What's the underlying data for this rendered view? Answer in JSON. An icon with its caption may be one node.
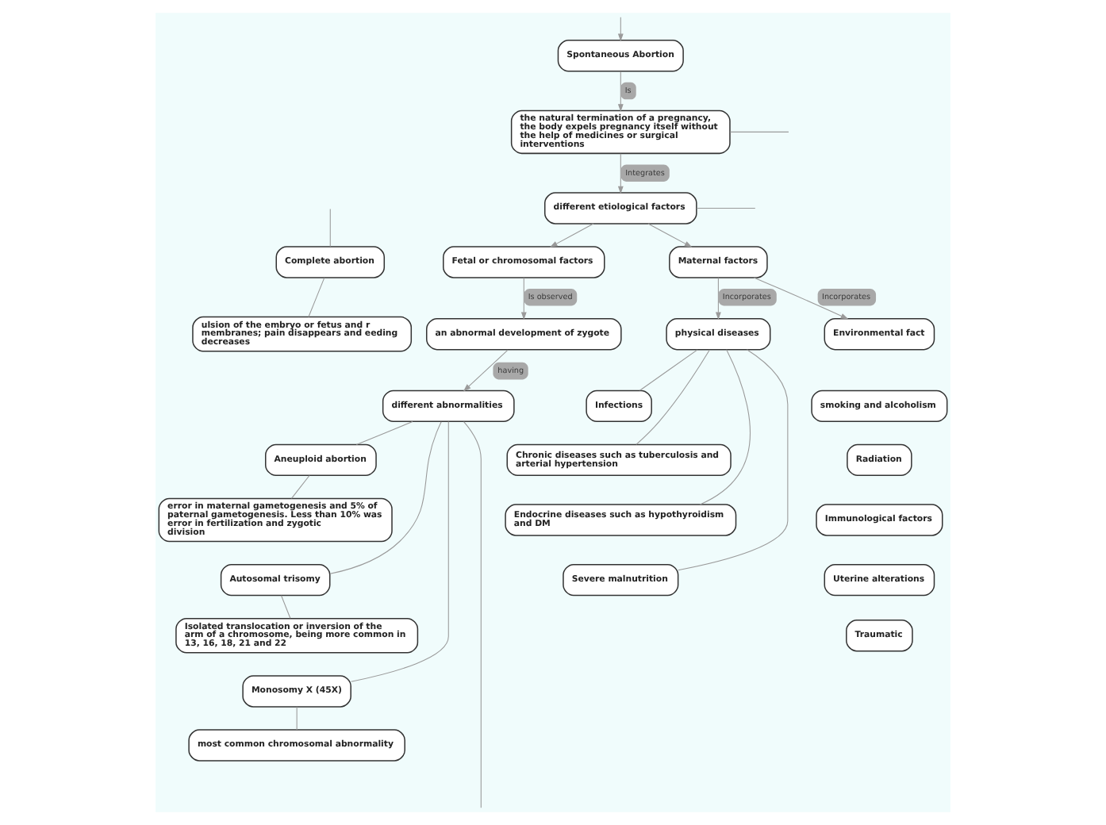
{
  "diagram": {
    "nodes": [
      {
        "text": [
          "Spontaneous Abortion"
        ]
      },
      {
        "text": [
          "the natural termination of a pregnancy, the body expels pregnancy itself without the help of medicines or surgical interventions"
        ]
      },
      {
        "text": [
          "different etiological factors"
        ]
      },
      {
        "text": [
          "Complete abortion"
        ]
      },
      {
        "text": [
          "ulsion of the embryo or fetus and r membranes; pain disappears and eeding decreases"
        ]
      },
      {
        "text": [
          "Fetal or chromosomal factors"
        ]
      },
      {
        "text": [
          "Maternal factors"
        ]
      },
      {
        "text": [
          "an abnormal development of zygote"
        ]
      },
      {
        "text": [
          "physical diseases"
        ]
      },
      {
        "text": [
          "Environmental fact"
        ]
      },
      {
        "text": [
          "different abnormalities"
        ]
      },
      {
        "text": [
          "Infections"
        ]
      },
      {
        "text": [
          "smoking and alcoholism"
        ]
      },
      {
        "text": [
          "Chronic diseases such as tuberculosis and arterial hypertension"
        ]
      },
      {
        "text": [
          "Radiation"
        ]
      },
      {
        "text": [
          "Aneuploid abortion"
        ]
      },
      {
        "text": [
          "Endocrine diseases such as hypothyroidism and DM"
        ]
      },
      {
        "text": [
          "Immunological factors"
        ]
      },
      {
        "text": [
          "Uterine alterations"
        ]
      },
      {
        "text": [
          "error in maternal gametogenesis and 5% of paternal gametogenesis. Less than 10% was error in fertilization and zygotic division"
        ]
      },
      {
        "text": [
          "Severe malnutrition"
        ]
      },
      {
        "text": [
          "Traumatic"
        ]
      },
      {
        "text": [
          "Autosomal trisomy"
        ]
      },
      {
        "text": [
          "Isolated translocation or inversion of the arm of a chromosome, being more common in 13, 16, 18, 21 and 22"
        ]
      },
      {
        "text": [
          "Monosomy X (45X)"
        ]
      },
      {
        "text": [
          "most common chromosomal abnormality"
        ]
      }
    ],
    "edges": [
      {
        "from": null,
        "to": 0,
        "arrow": "to"
      },
      {
        "from": 0,
        "to": 1,
        "arrow": "to",
        "label": "Is"
      },
      {
        "from": 1,
        "to": null,
        "arrow": "none"
      },
      {
        "from": 1,
        "to": 2,
        "arrow": "to",
        "label": "Integrates"
      },
      {
        "from": null,
        "to": 3,
        "arrow": "none"
      },
      {
        "from": 3,
        "to": 4,
        "arrow": "none"
      },
      {
        "from": 2,
        "to": 5,
        "arrow": "to"
      },
      {
        "from": 2,
        "to": 6,
        "arrow": "to"
      },
      {
        "from": 2,
        "to": null,
        "arrow": "none"
      },
      {
        "from": 5,
        "to": 7,
        "arrow": "to",
        "label": "Is observed"
      },
      {
        "from": 7,
        "to": 10,
        "arrow": "to",
        "label": "having"
      },
      {
        "from": 6,
        "to": 8,
        "arrow": "to",
        "label": "Incorporates"
      },
      {
        "from": 6,
        "to": 9,
        "arrow": "to",
        "label": "Incorporates"
      },
      {
        "from": 8,
        "to": 11,
        "arrow": "none"
      },
      {
        "from": 8,
        "to": 13,
        "arrow": "none"
      },
      {
        "from": 8,
        "to": 16,
        "arrow": "none"
      },
      {
        "from": 8,
        "to": 20,
        "arrow": "none"
      },
      {
        "from": 10,
        "to": 15,
        "arrow": "none"
      },
      {
        "from": 15,
        "to": 19,
        "arrow": "none"
      },
      {
        "from": 10,
        "to": 22,
        "arrow": "none"
      },
      {
        "from": 22,
        "to": 23,
        "arrow": "none"
      },
      {
        "from": 10,
        "to": 24,
        "arrow": "none"
      },
      {
        "from": 24,
        "to": 25,
        "arrow": "none"
      },
      {
        "from": 10,
        "to": null,
        "arrow": "none"
      }
    ]
  }
}
